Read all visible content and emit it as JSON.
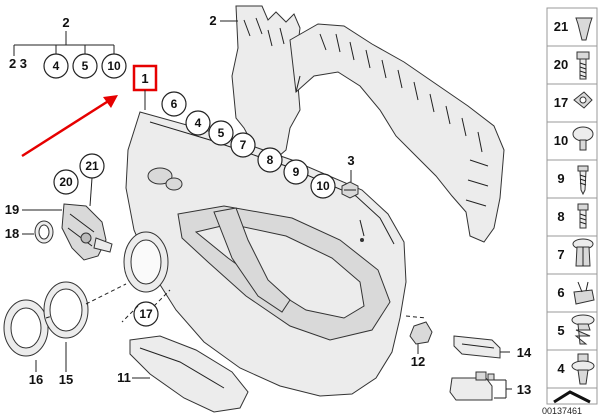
{
  "diagram": {
    "reference_number": "00137461",
    "highlight_color": "#e60000",
    "highlighted_part": "1",
    "tree": {
      "root": "2",
      "left_pair": "2 3",
      "children": [
        "4",
        "5",
        "10"
      ]
    },
    "circled_callouts": [
      "6",
      "4",
      "5",
      "7",
      "8",
      "9",
      "10",
      "20",
      "21",
      "17"
    ],
    "callouts": [
      "2",
      "3",
      "11",
      "12",
      "13",
      "14",
      "15",
      "16",
      "18",
      "19"
    ],
    "sidebar": [
      "21",
      "20",
      "17",
      "10",
      "9",
      "8",
      "7",
      "6",
      "5",
      "4"
    ]
  }
}
